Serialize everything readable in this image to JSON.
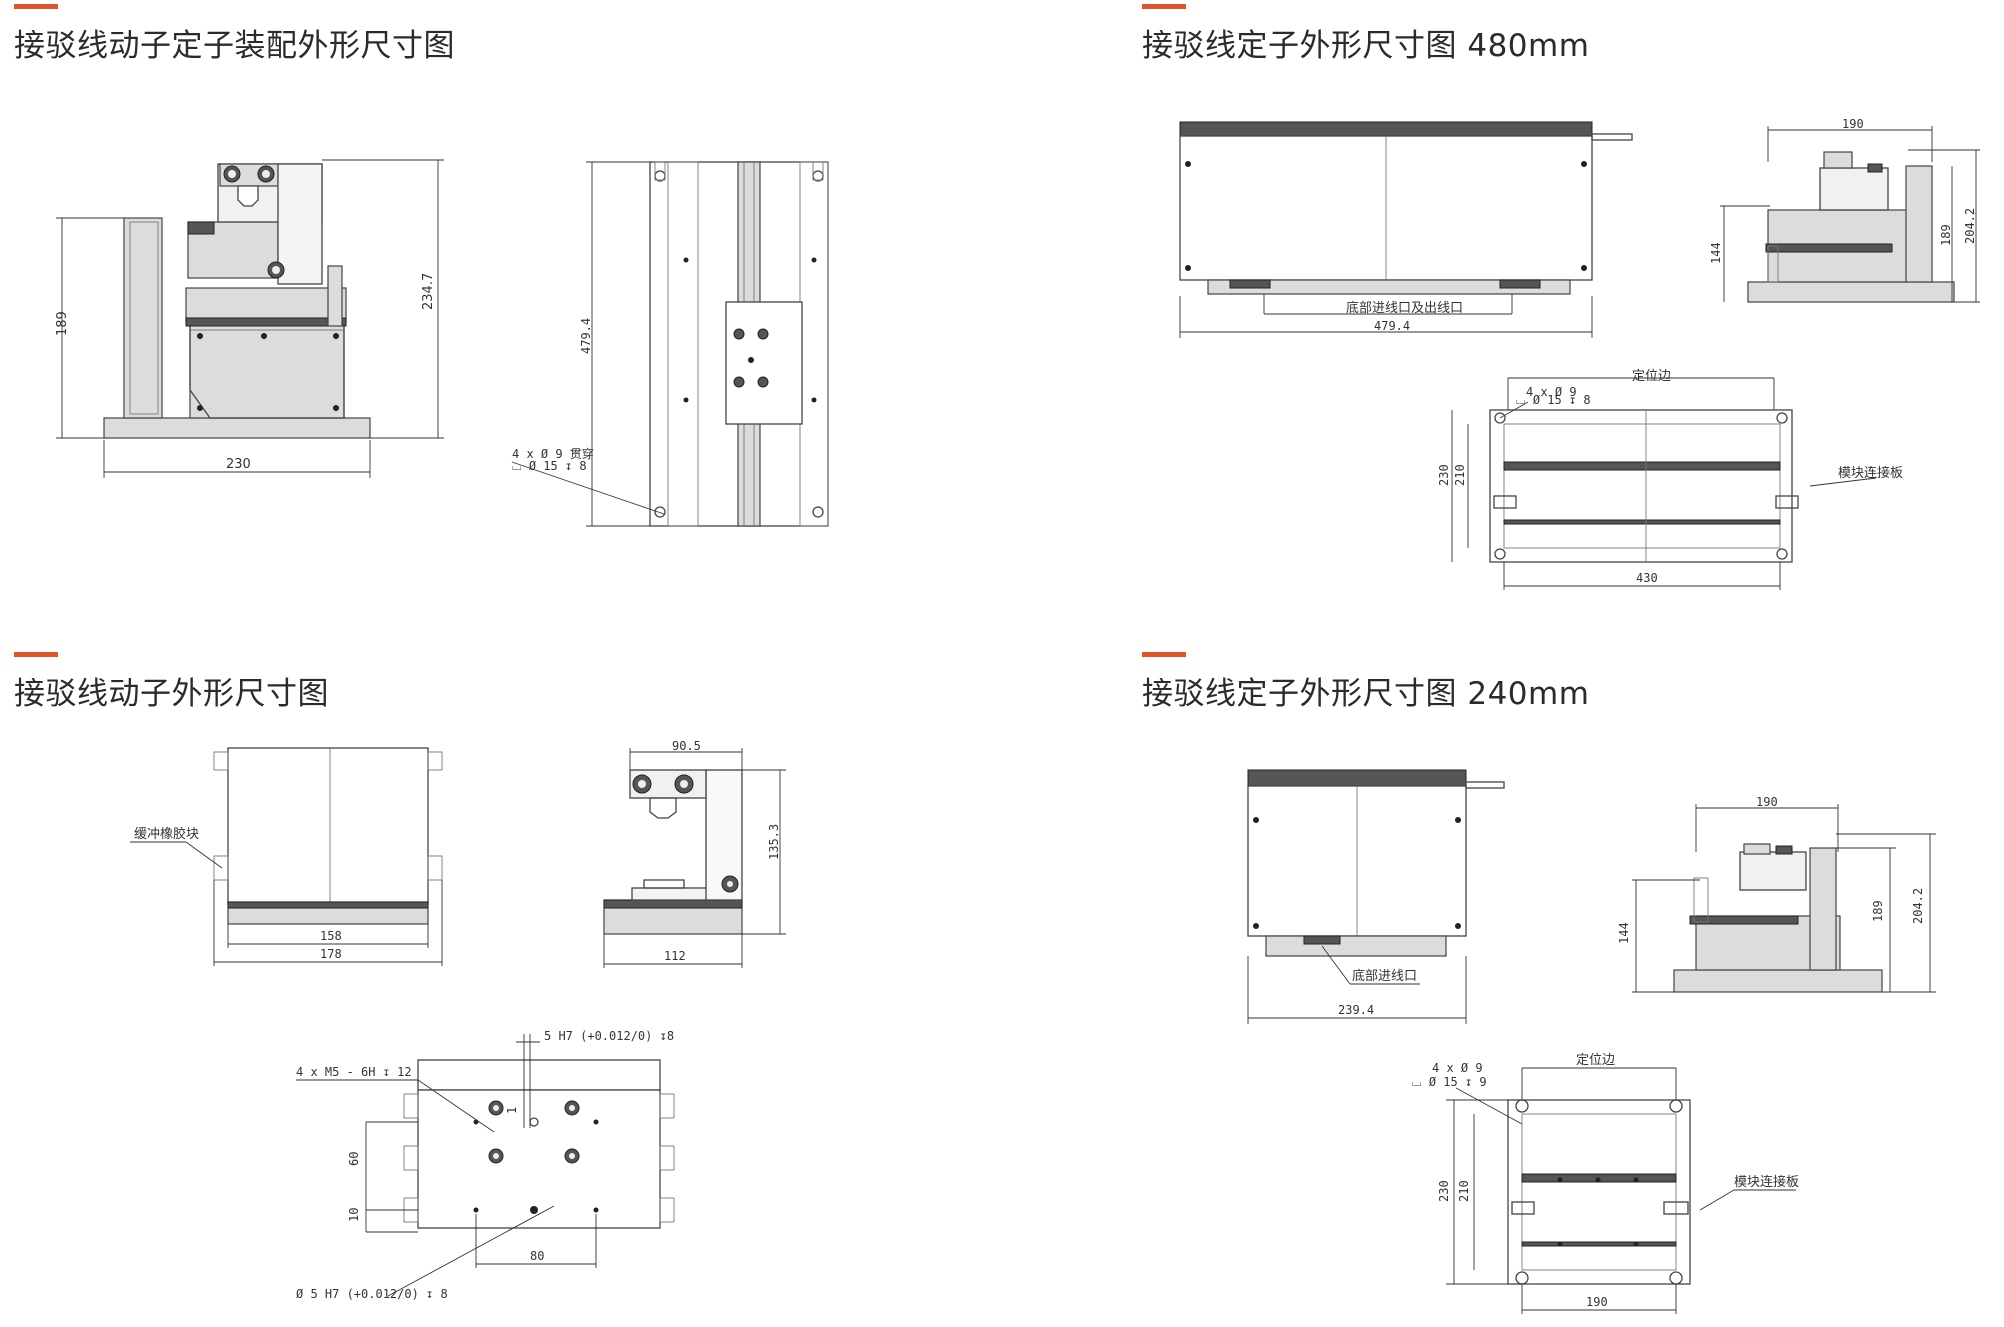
{
  "panels": {
    "p1": {
      "title": "接驳线动子定子装配外形尺寸图"
    },
    "p2": {
      "title": "接驳线定子外形尺寸图 480mm"
    },
    "p3": {
      "title": "接驳线动子外形尺寸图"
    },
    "p4": {
      "title": "接驳线定子外形尺寸图 240mm"
    }
  },
  "dims": {
    "p1": {
      "height_189": "189",
      "height_2347": "234.7",
      "width_230": "230",
      "len_4794": "479.4",
      "hole_spec_1": "4 x Ø 9 贯穿",
      "hole_spec_2": "⌴ Ø 15 ↧ 8"
    },
    "p2": {
      "len_4794": "479.4",
      "bottom_inlet": "底部进线口及出线口",
      "w_190": "190",
      "h_144": "144",
      "h_189": "189",
      "h_2042": "204.2",
      "locate_edge": "定位边",
      "hole_1": "4 x Ø 9",
      "hole_2": "⌴ Ø 15 ↧ 8",
      "module_plate": "模块连接板",
      "h_230": "230",
      "h_210": "210",
      "w_430": "430"
    },
    "p3": {
      "buffer": "缓冲橡胶块",
      "w_158": "158",
      "w_178": "178",
      "w_905": "90.5",
      "h_1353": "135.3",
      "w_112": "112",
      "pin_top": "5 H7 (+0.012/0) ↧8",
      "thread": "4 x M5 - 6H ↧ 12",
      "h_60": "60",
      "h_10": "10",
      "one": "1",
      "w_80": "80",
      "pin_bottom": "Ø 5 H7 (+0.012/0) ↧ 8"
    },
    "p4": {
      "len_2394": "239.4",
      "bottom_inlet": "底部进线口",
      "w_190": "190",
      "h_144": "144",
      "h_189": "189",
      "h_2042": "204.2",
      "hole_1": "4 x Ø 9",
      "hole_2": "⌴ Ø 15 ↧ 9",
      "locate_edge": "定位边",
      "module_plate": "模块连接板",
      "h_230": "230",
      "h_210": "210",
      "w_190b": "190"
    }
  },
  "colors": {
    "accent": "#e0542c",
    "line": "#444444"
  }
}
